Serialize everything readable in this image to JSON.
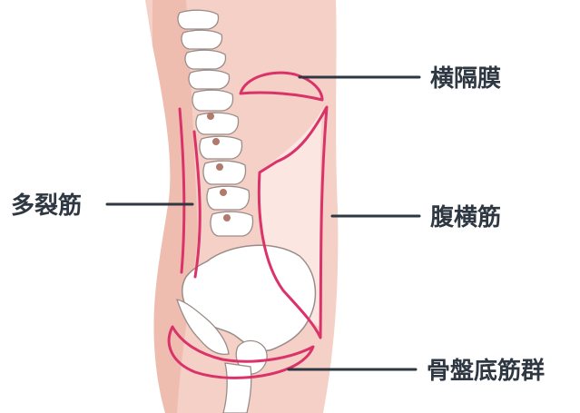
{
  "labels": {
    "diaphragm": "横隔膜",
    "multifidus": "多裂筋",
    "transversus_abdominis": "腹横筋",
    "pelvic_floor": "骨盤底筋群"
  },
  "colors": {
    "body_skin": "#f4d0c6",
    "back_skin": "#f3c3b6",
    "abdomen_fill": "#fbe6e1",
    "muscle_outline": "#d9336a",
    "bone_fill": "#ffffff",
    "bone_outline": "#9a8c88",
    "joint_dot": "#b07a6c",
    "leader_line": "#2e3742",
    "label_text": "#2e3742"
  }
}
